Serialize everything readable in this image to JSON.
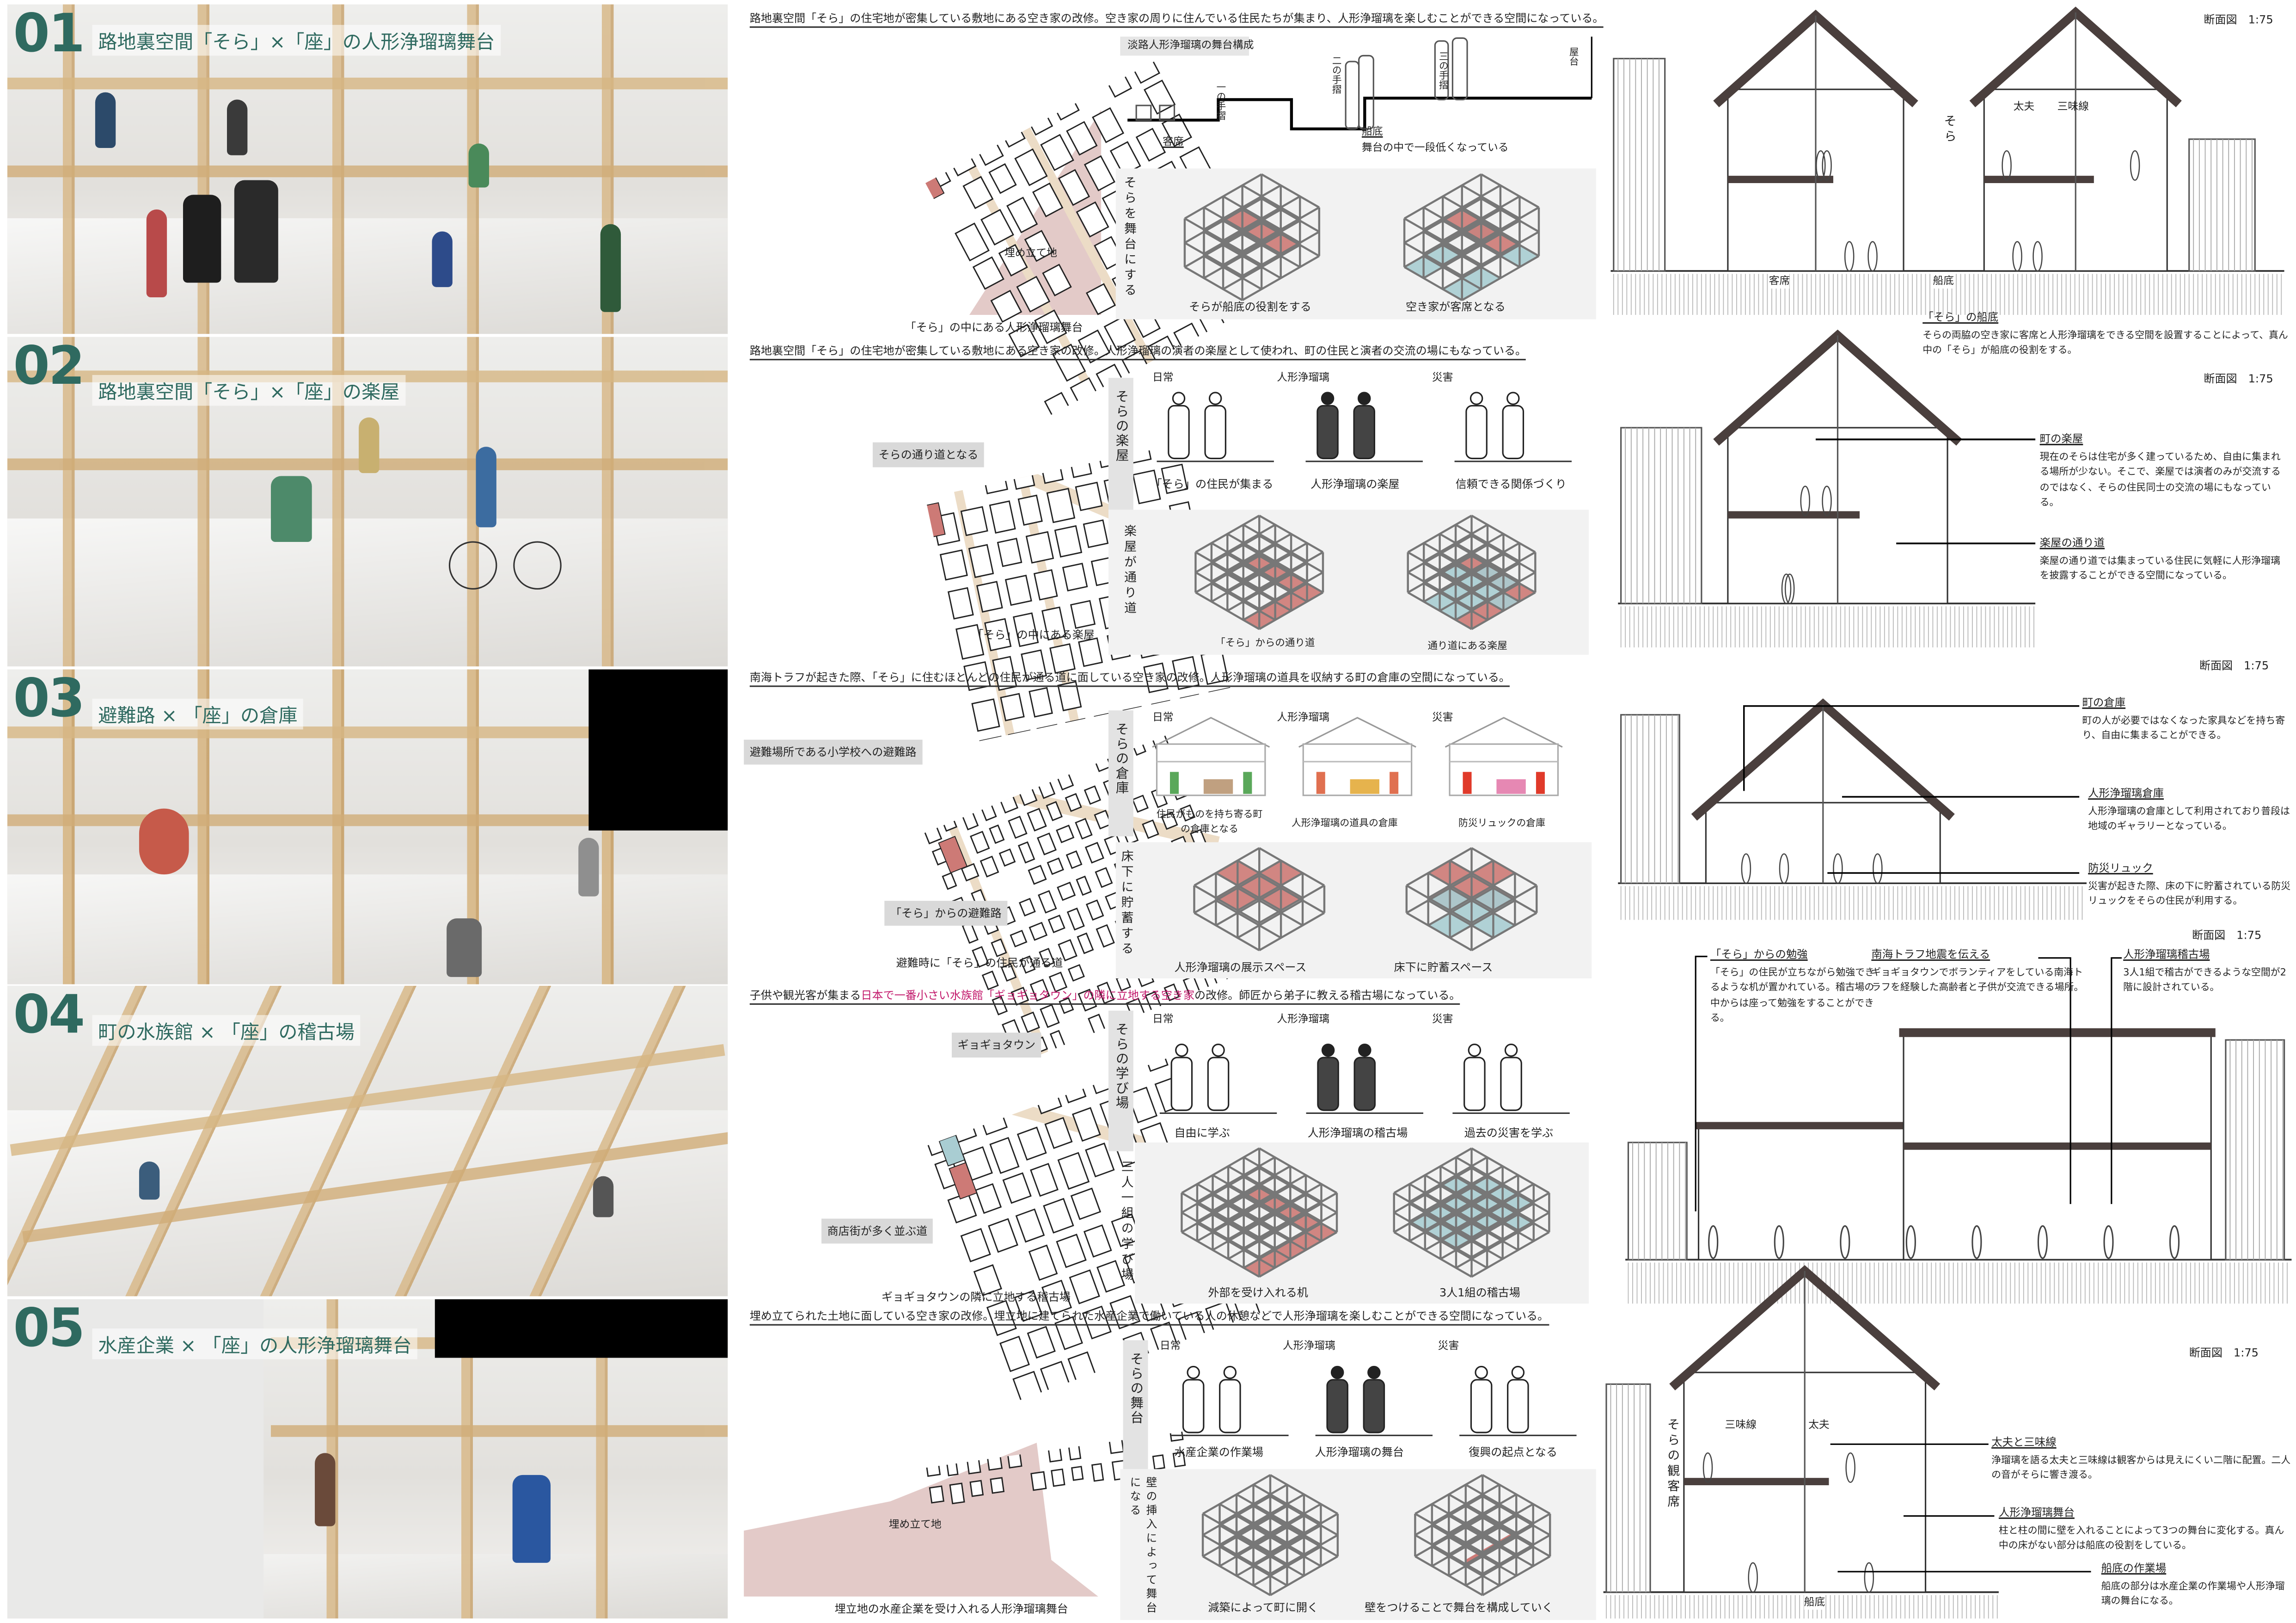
{
  "colors": {
    "accent": "#2f6a60",
    "highlight": "#c2186b",
    "parcel": "#cd7a76",
    "blue": "#a9cdd2",
    "road": "#ecdcc6",
    "landfill": "#e3cac8"
  },
  "rows": [
    {
      "num": "01",
      "title": "路地裏空間「そら」×「座」の人形浄瑠璃舞台",
      "headline": "路地裏空間「そら」の住宅地が密集している敷地にある空き家の改修。空き家の周りに住んでいる住民たちが集まり、人形浄瑠璃を楽しむことができる空間になっている。",
      "map_label": "埋め立て地",
      "map_caption": "「そら」の中にある人形浄瑠璃舞台",
      "stage": {
        "title": "淡路人形浄瑠璃の舞台構成",
        "rail1": "一の手摺",
        "rail2": "二の手摺",
        "rail3": "三の手摺",
        "yatai": "屋台",
        "seats": "客席",
        "funazoko": "船底",
        "note": "舞台の中で一段低くなっている"
      },
      "axo_vertical": "そらを舞台にする",
      "axo_captions": [
        "そらが船底の役割をする",
        "空き家が客席となる"
      ],
      "section": {
        "scale": "断面図　1:75",
        "sora": "そら",
        "tayu": "太夫",
        "shamisen": "三味線",
        "seats": "客席",
        "funazoko": "船底",
        "note_title": "「そら」の船底",
        "note_body": "そらの両脇の空き家に客席と人形浄瑠璃をできる空間を設置することによって、真ん中の「そら」が船底の役割をする。"
      }
    },
    {
      "num": "02",
      "title": "路地裏空間「そら」×「座」の楽屋",
      "headline": "路地裏空間「そら」の住宅地が密集している敷地にある空き家の改修。人形浄瑠璃の演者の楽屋として使われ、町の住民と演者の交流の場にもなっている。",
      "map_label": "そらの通り道となる",
      "map_caption": "「そら」の中にある楽屋",
      "scene_vertical": "そらの楽屋",
      "scene_headers": [
        "日常",
        "人形浄瑠璃",
        "災害"
      ],
      "scene_captions": [
        "「そら」の住民が集まる",
        "人形浄瑠璃の楽屋",
        "信頼できる関係づくり"
      ],
      "axo_vertical": "楽屋が通り道",
      "axo_captions": [
        "「そら」からの通り道",
        "通り道にある楽屋"
      ],
      "section": {
        "scale": "断面図　1:75",
        "notes": [
          {
            "title": "町の楽屋",
            "body": "現在のそらは住宅が多く建っているため、自由に集まれる場所が少ない。そこで、楽屋では演者のみが交流するのではなく、そらの住民同士の交流の場にもなっている。"
          },
          {
            "title": "楽屋の通り道",
            "body": "楽屋の通り道では集まっている住民に気軽に人形浄瑠璃を披露することができる空間になっている。"
          }
        ]
      }
    },
    {
      "num": "03",
      "title": "避難路 × 「座」の倉庫",
      "headline": "南海トラフが起きた際、「そら」に住むほとんどの住民が通る道に面している空き家の改修。人形浄瑠璃の道具を収納する町の倉庫の空間になっている。",
      "map_labels": [
        "避難場所である小学校への避難路",
        "「そら」からの避難路"
      ],
      "map_caption": "避難時に「そら」の住民が通る道",
      "scene_vertical": "そらの倉庫",
      "scene_headers": [
        "日常",
        "人形浄瑠璃",
        "災害"
      ],
      "scene_captions": [
        "住民がものを持ち寄る町の倉庫となる",
        "人形浄瑠璃の道具の倉庫",
        "防災リュックの倉庫"
      ],
      "axo_vertical": "床下に貯蓄する",
      "axo_captions": [
        "人形浄瑠璃の展示スペース",
        "床下に貯蓄スペース"
      ],
      "section": {
        "scale": "断面図　1:75",
        "notes": [
          {
            "title": "町の倉庫",
            "body": "町の人が必要ではなくなった家具などを持ち寄り、自由に集まることができる。"
          },
          {
            "title": "人形浄瑠璃倉庫",
            "body": "人形浄瑠璃の倉庫として利用されており普段は地域のギャラリーとなっている。"
          },
          {
            "title": "防災リュック",
            "body": "災害が起きた際、床の下に貯蓄されている防災リュックをそらの住民が利用する。"
          }
        ]
      }
    },
    {
      "num": "04",
      "title": "町の水族館 × 「座」の稽古場",
      "headline_pre": "子供や観光客が集まる",
      "headline_highlight": "日本で一番小さい水族館「ギョギョタウン」の隣に立地する空き家",
      "headline_post": "の改修。師匠から弟子に教える稽古場になっている。",
      "map_labels": [
        "ギョギョタウン",
        "商店街が多く並ぶ道"
      ],
      "map_caption": "ギョギョタウンの隣に立地する稽古場",
      "scene_vertical": "そらの学び場",
      "scene_headers": [
        "日常",
        "人形浄瑠璃",
        "災害"
      ],
      "scene_captions": [
        "自由に学ぶ",
        "人形浄瑠璃の稽古場",
        "過去の災害を学ぶ"
      ],
      "axo_vertical": "三人一組の学び場",
      "axo_captions": [
        "外部を受け入れる机",
        "3人1組の稽古場"
      ],
      "section": {
        "scale": "断面図　1:75",
        "notes": [
          {
            "title": "「そら」からの勉強",
            "body": "「そら」の住民が立ちながら勉強できるような机が置かれている。稽古場の中からは座って勉強をすることができる。"
          },
          {
            "title": "南海トラフ地震を伝える",
            "body": "ギョギョタウンでボランティアをしている南海トラフを経験した高齢者と子供が交流できる場所。"
          },
          {
            "title": "人形浄瑠璃稽古場",
            "body": "3人1組で稽古ができるような空間が2階に設計されている。"
          }
        ]
      }
    },
    {
      "num": "05",
      "title": "水産企業 × 「座」の人形浄瑠璃舞台",
      "headline": "埋め立てられた土地に面している空き家の改修。埋立地に建てられた水産企業で働いている人の休憩などで人形浄瑠璃を楽しむことができる空間になっている。",
      "map_label": "埋め立て地",
      "map_caption": "埋立地の水産企業を受け入れる人形浄瑠璃舞台",
      "scene_vertical": "そらの舞台",
      "scene_headers": [
        "日常",
        "人形浄瑠璃",
        "災害"
      ],
      "scene_captions": [
        "水産企業の作業場",
        "人形浄瑠璃の舞台",
        "復興の起点となる"
      ],
      "axo_vertical": "壁の挿入によって舞台になる",
      "axo_captions": [
        "減築によって町に開く",
        "壁をつけることで舞台を構成していく"
      ],
      "section": {
        "scale": "断面図　1:75",
        "audience": "そらの観客席",
        "shamisen": "三味線",
        "tayu": "太夫",
        "funazoko": "船底",
        "notes": [
          {
            "title": "太夫と三味線",
            "body": "浄瑠璃を語る太夫と三味線は観客からは見えにくい二階に配置。二人の音がそらに響き渡る。"
          },
          {
            "title": "人形浄瑠璃舞台",
            "body": "柱と柱の間に壁を入れることによって3つの舞台に変化する。真ん中の床がない部分は船底の役割をしている。"
          },
          {
            "title": "船底の作業場",
            "body": "船底の部分は水産企業の作業場や人形浄瑠璃の舞台になる。"
          }
        ]
      }
    }
  ]
}
